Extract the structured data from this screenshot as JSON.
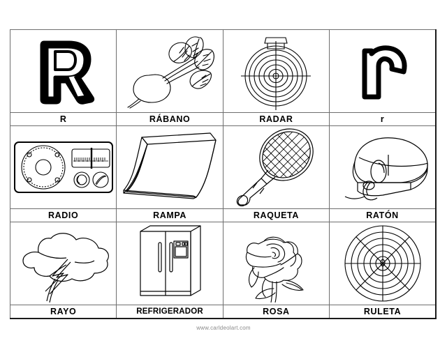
{
  "worksheet": {
    "letter": "R",
    "rows": [
      {
        "cells": [
          {
            "label": "R",
            "icon": "uppercase-letter-r-outline"
          },
          {
            "label": "RÁBANO",
            "icon": "radish-drawing"
          },
          {
            "label": "RADAR",
            "icon": "radar-drawing"
          },
          {
            "label": "r",
            "icon": "lowercase-letter-r-outline"
          }
        ]
      },
      {
        "cells": [
          {
            "label": "RADIO",
            "icon": "radio-drawing"
          },
          {
            "label": "RAMPA",
            "icon": "ramp-drawing"
          },
          {
            "label": "RAQUETA",
            "icon": "racket-drawing"
          },
          {
            "label": "RATÓN",
            "icon": "computer-mouse-drawing"
          }
        ]
      },
      {
        "cells": [
          {
            "label": "RAYO",
            "icon": "lightning-cloud-drawing"
          },
          {
            "label": "REFRIGERADOR",
            "icon": "refrigerator-drawing"
          },
          {
            "label": "ROSA",
            "icon": "rose-drawing"
          },
          {
            "label": "RULETA",
            "icon": "roulette-drawing"
          }
        ]
      }
    ]
  },
  "footer": {
    "credit": "www.carldeolart.com"
  },
  "colors": {
    "ink": "#000000",
    "grid": "#6e6e6e",
    "frame_light": "#b5b5b5",
    "frame_dark": "#1a1a1a",
    "page": "#ffffff",
    "credit_text": "#8a8a8a"
  }
}
